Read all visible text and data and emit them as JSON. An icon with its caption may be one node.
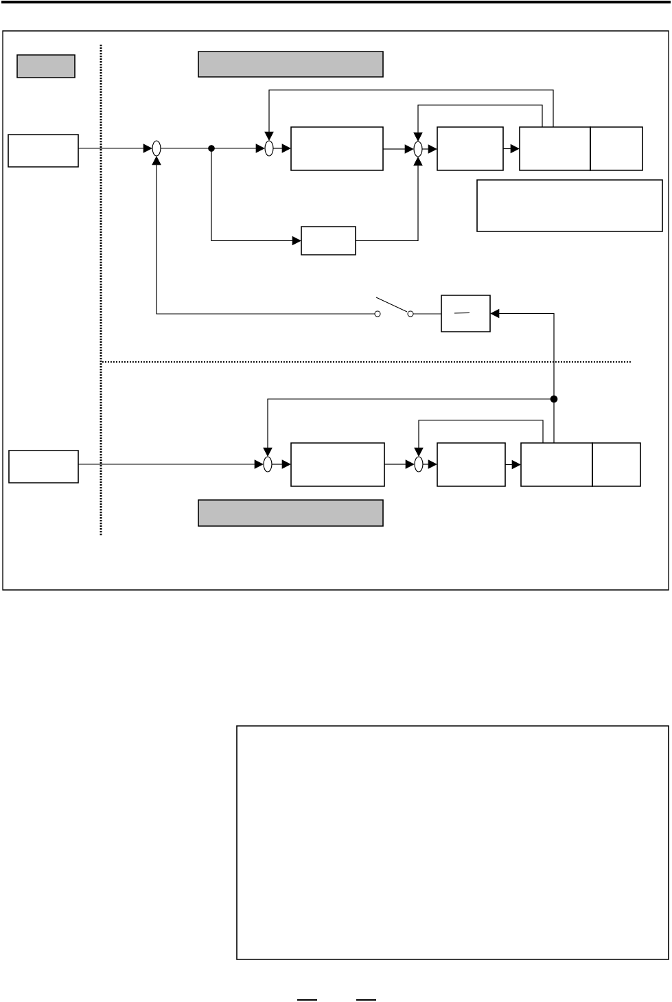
{
  "diagram": {
    "nodes": [
      {
        "text": [],
        "shape": "box"
      },
      {
        "text": [],
        "shape": "box"
      },
      {
        "text": [],
        "shape": "box"
      },
      {
        "text": [],
        "shape": "ellipse"
      },
      {
        "text": [],
        "shape": "ellipse"
      },
      {
        "text": [],
        "shape": "box"
      },
      {
        "text": [],
        "shape": "ellipse"
      },
      {
        "text": [],
        "shape": "box"
      },
      {
        "text": [],
        "shape": "box"
      },
      {
        "text": [],
        "shape": "box"
      },
      {
        "text": [],
        "shape": "box"
      },
      {
        "text": [],
        "shape": "box"
      },
      {
        "text": [],
        "shape": "switch"
      },
      {
        "text": [],
        "shape": "box"
      },
      {
        "text": [],
        "shape": "box"
      },
      {
        "text": [],
        "shape": "ellipse"
      },
      {
        "text": [],
        "shape": "box"
      },
      {
        "text": [],
        "shape": "ellipse"
      },
      {
        "text": [],
        "shape": "box"
      },
      {
        "text": [],
        "shape": "box"
      },
      {
        "text": [],
        "shape": "box"
      },
      {
        "text": [],
        "shape": "box"
      },
      {
        "text": [],
        "shape": "box"
      }
    ],
    "edges": [
      {
        "from": 2,
        "to": 3,
        "arrow": "to"
      },
      {
        "from": 3,
        "to": 4,
        "arrow": "to"
      },
      {
        "from": 3,
        "to": 11,
        "arrow": "to"
      },
      {
        "from": 4,
        "to": 5,
        "arrow": "to"
      },
      {
        "from": 5,
        "to": 6,
        "arrow": "to"
      },
      {
        "from": 11,
        "to": 6,
        "arrow": "to"
      },
      {
        "from": 8,
        "to": 4,
        "arrow": "to"
      },
      {
        "from": 8,
        "to": 6,
        "arrow": "to"
      },
      {
        "from": 6,
        "to": 7,
        "arrow": "to"
      },
      {
        "from": 7,
        "to": 8,
        "arrow": "to"
      },
      {
        "from": 13,
        "to": 12,
        "arrow": "none"
      },
      {
        "from": 12,
        "to": 3,
        "arrow": "to"
      },
      {
        "from": 19,
        "to": 13,
        "arrow": "to"
      },
      {
        "from": 19,
        "to": 15,
        "arrow": "to"
      },
      {
        "from": 14,
        "to": 15,
        "arrow": "to"
      },
      {
        "from": 15,
        "to": 16,
        "arrow": "to"
      },
      {
        "from": 16,
        "to": 17,
        "arrow": "to"
      },
      {
        "from": 17,
        "to": 18,
        "arrow": "to"
      },
      {
        "from": 18,
        "to": 19,
        "arrow": "to"
      },
      {
        "from": 19,
        "to": 17,
        "arrow": "to"
      }
    ]
  }
}
